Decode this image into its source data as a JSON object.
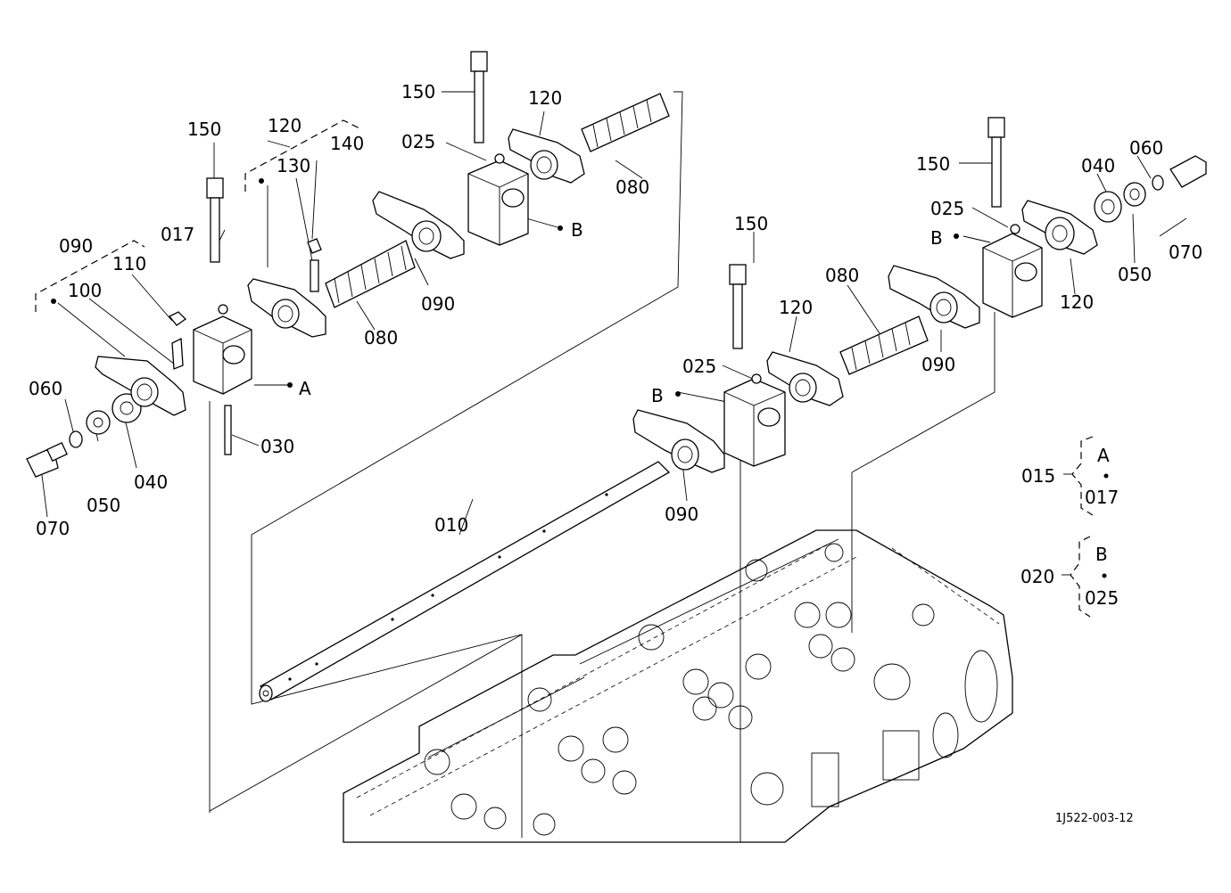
{
  "callouts": {
    "p150a": "150",
    "p120a": "120",
    "p140": "140",
    "p130": "130",
    "p017a": "017",
    "p090a": "090",
    "p110": "110",
    "p100": "100",
    "p060a": "060",
    "p070a": "070",
    "p050a": "050",
    "p040a": "040",
    "p030": "030",
    "p080a": "080",
    "p090b": "090",
    "p150b": "150",
    "p120b": "120",
    "p025a": "025",
    "p080b": "080",
    "p010": "010",
    "p150c": "150",
    "p120c": "120",
    "p025b": "025",
    "p090c": "090",
    "p080c": "080",
    "p090d": "090",
    "p150d": "150",
    "p025c": "025",
    "p040b": "040",
    "p060b": "060",
    "p070b": "070",
    "p050b": "050",
    "p120d": "120"
  },
  "markers": {
    "a_left": "A",
    "b_top": "B",
    "b_mid": "B",
    "b_right": "B"
  },
  "legend": {
    "g015_code": "015",
    "g015_letter": "A",
    "g015_part": "017",
    "g020_code": "020",
    "g020_letter": "B",
    "g020_part": "025"
  },
  "footer": {
    "drawing_number": "1J522-003-12"
  }
}
